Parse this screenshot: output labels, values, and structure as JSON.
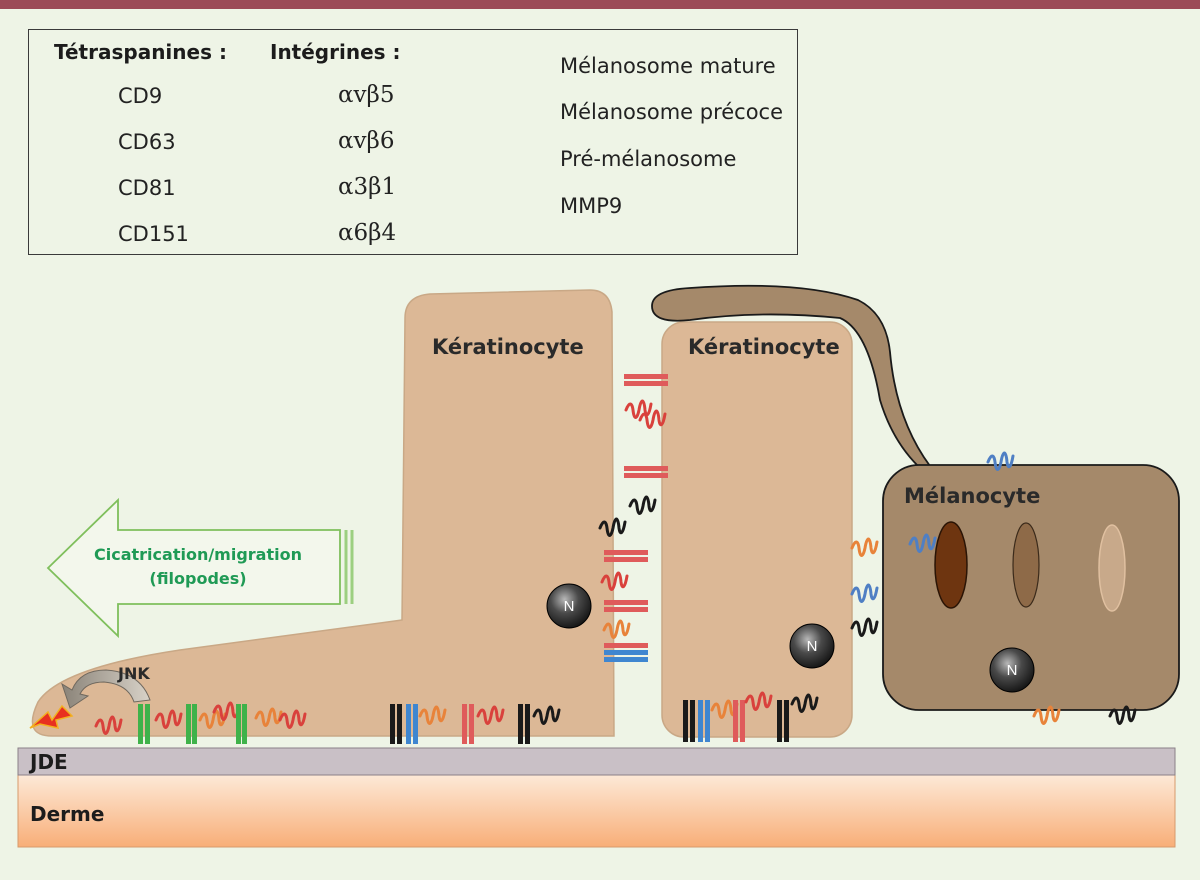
{
  "legend": {
    "tetraspanines_title": "Tétraspanines :",
    "tetraspanines": [
      {
        "label": "CD9",
        "color": "#e8833a"
      },
      {
        "label": "CD63",
        "color": "#4f7fc4"
      },
      {
        "label": "CD81",
        "color": "#d9413c"
      },
      {
        "label": "CD151",
        "color": "#1a1a1a"
      }
    ],
    "integrines_title": "Intégrines :",
    "integrines": [
      {
        "label": "αvβ5",
        "color": "#3f86d0"
      },
      {
        "label": "αvβ6",
        "color": "#3fb24a"
      },
      {
        "label": "α3β1",
        "color": "#df5b5b"
      },
      {
        "label": "α6β4",
        "color": "#1a1a1a"
      }
    ],
    "melanosomes": [
      {
        "label": "Mélanosome mature",
        "color": "#7a3a10"
      },
      {
        "label": "Mélanosome précoce",
        "color": "#b49878"
      },
      {
        "label": "Pré-mélanosome",
        "color": "#dcc1a6"
      }
    ],
    "mmp9_label": "MMP9",
    "mmp9_color": "#e83020"
  },
  "diagram": {
    "keratinocyte_left": "Kératinocyte",
    "keratinocyte_right": "Kératinocyte",
    "melanocyte": "Mélanocyte",
    "migration_line1": "Cicatrication/migration",
    "migration_line2": "(filopodes)",
    "jnk": "JNK",
    "nucleus": "N",
    "jde": "JDE",
    "derme": "Derme",
    "colors": {
      "keratinocyte": "#dbb896",
      "melanocyte": "#a5896a",
      "jde": "#c8bfc4",
      "derme_top": "#fde7d4",
      "derme_bottom": "#f8b07a",
      "arrow_text": "#1f9a55"
    }
  }
}
